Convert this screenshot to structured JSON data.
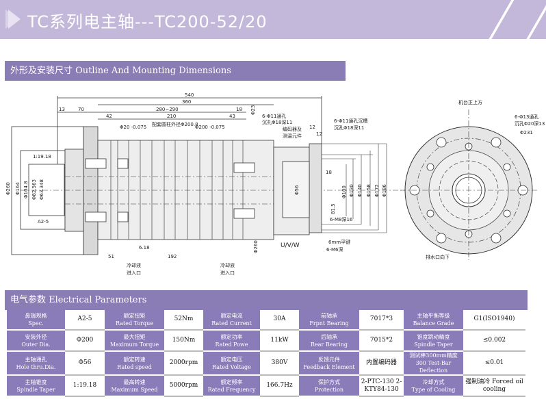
{
  "header": {
    "title": "TC系列电主轴---TC200-52/20"
  },
  "sections": {
    "outline": "外形及安装尺寸 Outline And Mounting Dimensions",
    "electrical": "电气参数 Electrical Parameters"
  },
  "drawing": {
    "d540": "540",
    "d360": "360",
    "d13": "13",
    "d70": "70",
    "d280": "280~290",
    "d18a": "18",
    "d42": "42",
    "d210": "210",
    "d43": "43",
    "phi20": "Φ20 -0.075",
    "phi2008": "配套圆柱外径Φ200.8",
    "phi200": "Φ200 -0.075",
    "d23": "Φ23",
    "hole6a1": "6-Φ11通孔",
    "hole6a2": "沉孔Φ18深11",
    "taper": "1:19.18",
    "phi260": "Φ260",
    "phi164": "Φ164",
    "phi1048": "Φ104.8",
    "phi82": "Φ82.563",
    "phi63": "Φ63.348",
    "a25": "A2-5",
    "d618": "6.18",
    "d51": "51",
    "d192": "192",
    "cool1a": "冷却液",
    "cool1b": "进入口",
    "cool2a": "冷却液",
    "cool2b": "进入口",
    "phi260b": "Φ260",
    "enc1": "编码器及",
    "enc2": "测温元件",
    "d12a": "12",
    "d12b": "12",
    "hole6b1": "6-Φ11通孔沉槽",
    "hole6b2": "沉孔Φ18深11",
    "d18b": "18",
    "phi56": "Φ56",
    "phi100": "Φ100",
    "phi130": "Φ130",
    "phi140": "Φ140",
    "phi158": "Φ158",
    "phi172": "Φ172",
    "phi186": "Φ186",
    "d815": "81.5",
    "m8": "6-M8深16",
    "key": "6mm平键",
    "m6": "6-M6深",
    "uvw": "U/V/W",
    "top": "机台正上方",
    "hole6c1": "6-Φ13通孔",
    "hole6c2": "沉孔Φ20深13",
    "phi231": "Φ231",
    "drain": "排水口向下"
  },
  "table": {
    "rows": [
      [
        {
          "cn": "鼻端规格",
          "en": "Spec."
        },
        {
          "v": "A2-5"
        },
        {
          "cn": "额定扭矩",
          "en": "Rated Torque"
        },
        {
          "v": "52Nm"
        },
        {
          "cn": "额定电流",
          "en": "Rated Current"
        },
        {
          "v": "30A"
        },
        {
          "cn": "前轴承",
          "en": "Frpnt Bearing"
        },
        {
          "v": "7017*3"
        },
        {
          "cn": "主轴平衡等级",
          "en": "Balance Grade"
        },
        {
          "v": "G1(ISO1940)"
        }
      ],
      [
        {
          "cn": "安装外径",
          "en": "Outer Dia."
        },
        {
          "v": "Φ200"
        },
        {
          "cn": "最大扭矩",
          "en": "Maximum Torque"
        },
        {
          "v": "150Nm"
        },
        {
          "cn": "额定功率",
          "en": "Rated Powe"
        },
        {
          "v": "11kW"
        },
        {
          "cn": "后轴承",
          "en": "Rear Bearing"
        },
        {
          "v": "7015*2"
        },
        {
          "cn": "锥度跳动精度",
          "en": "Spindle Taper"
        },
        {
          "v": "≤0.002"
        }
      ],
      [
        {
          "cn": "主轴通孔",
          "en": "Hole thru.Dia."
        },
        {
          "v": "Φ56"
        },
        {
          "cn": "额定转速",
          "en": "Rated speed"
        },
        {
          "v": "2000rpm"
        },
        {
          "cn": "额定电压",
          "en": "Rated Voltage"
        },
        {
          "v": "380V"
        },
        {
          "cn": "反馈元件",
          "en": "Feedback Element"
        },
        {
          "v": "内置编码器"
        },
        {
          "cn": "测试棒300mm精度",
          "en": "300 Test-Bar Deflection"
        },
        {
          "v": "≤0.01"
        }
      ],
      [
        {
          "cn": "主轴锥度",
          "en": "Spindle Taper"
        },
        {
          "v": "1:19.18"
        },
        {
          "cn": "最高转速",
          "en": "Maximum Speed"
        },
        {
          "v": "5000rpm"
        },
        {
          "cn": "额定频率",
          "en": "Rated Frequency"
        },
        {
          "v": "166.7Hz"
        },
        {
          "cn": "保护方式",
          "en": "Protection"
        },
        {
          "v": "2-PTC-130 2-KTY84-130"
        },
        {
          "cn": "冷却方式",
          "en": "Type of Cooling"
        },
        {
          "v": "强制油冷 Forced oil cooling"
        }
      ]
    ]
  }
}
